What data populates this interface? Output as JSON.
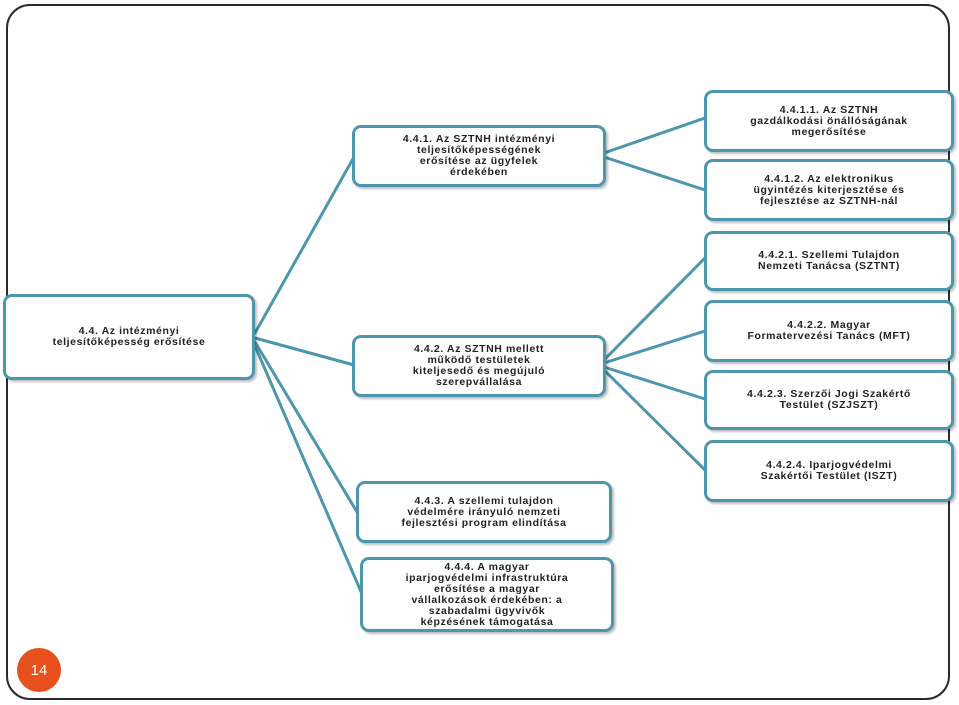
{
  "nodes": {
    "root": "4.4. Az intézményi\nteljesítőképesség erősítése",
    "n441": "4.4.1. Az SZTNH intézményi\nteljesítőképességének\nerősítése az ügyfelek\nérdekében",
    "n4411": "4.4.1.1. Az SZTNH\ngazdálkodási önállóságának\nmegerősítése",
    "n4412": "4.4.1.2. Az elektronikus\nügyintézés kiterjesztése és\nfejlesztése az SZTNH-nál",
    "n442": "4.4.2. Az SZTNH mellett\nműködő testületek\nkiteljesedő és megújuló\nszerepvállalása",
    "n4421": "4.4.2.1. Szellemi Tulajdon\nNemzeti Tanácsa (SZTNT)",
    "n4422": "4.4.2.2. Magyar\nFormatervezési Tanács (MFT)",
    "n4423": "4.4.2.3. Szerzői Jogi Szakértő\nTestület (SZJSZT)",
    "n4424": "4.4.2.4. Iparjogvédelmi\nSzakértői Testület (ISZT)",
    "n443": "4.4.3. A szellemi tulajdon\nvédelmére irányuló nemzeti\nfejlesztési program elindítása",
    "n444": "4.4.4. A magyar\niparjogvédelmi infrastruktúra\nerősítése a magyar\nvállalkozások érdekében: a\nszabadalmi ügyvivők\nképzésének támogatása"
  },
  "page_number": "14",
  "colors": {
    "border": "#4d96ad",
    "connector": "#4d96ad",
    "badge": "#e8501e"
  }
}
